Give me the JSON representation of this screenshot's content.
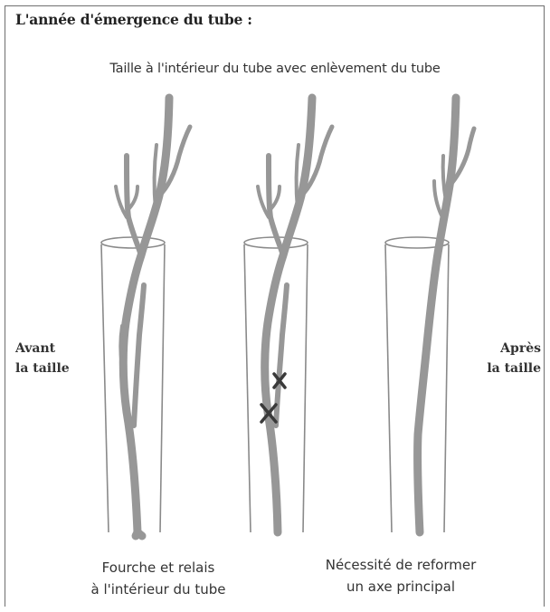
{
  "title": "L'année d'émergence du tube :",
  "subtitle": "Taille à l'intérieur du tube avec enlèvement du tube",
  "left_label": [
    "Avant",
    "la taille"
  ],
  "right_label": [
    "Après",
    "la taille"
  ],
  "captions": {
    "left": [
      "Fourche et relais",
      "à l'intérieur du tube"
    ],
    "middle": [
      "Nécessité de reformer",
      "un axe principal"
    ]
  },
  "colors": {
    "tree": "#979797",
    "tube": "#8a8a8a",
    "cut_mark": "#3a3a3a",
    "text": "#333333"
  }
}
